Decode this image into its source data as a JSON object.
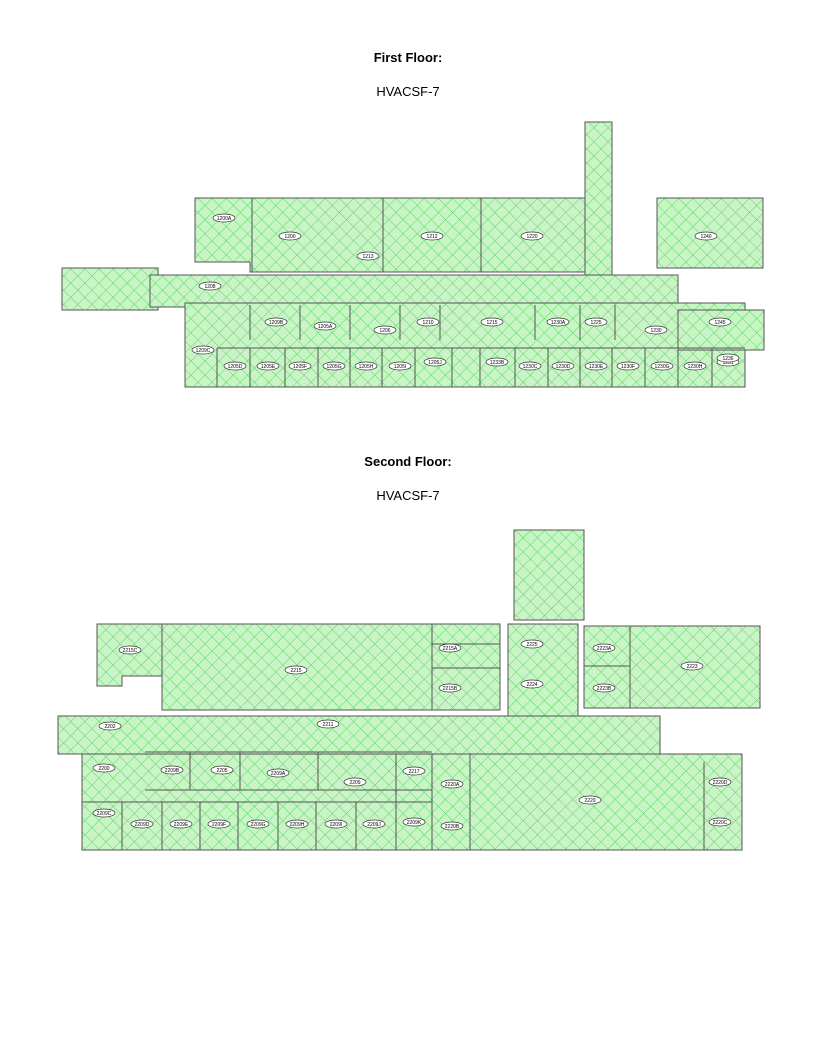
{
  "floors": [
    {
      "title": "First Floor:",
      "code": "HVACSF-7",
      "rooms": [
        {
          "label": "1200A"
        },
        {
          "label": "1200"
        },
        {
          "label": "1212"
        },
        {
          "label": "1220"
        },
        {
          "label": "1240"
        },
        {
          "label": "1213"
        },
        {
          "label": "1208"
        },
        {
          "label": "1209B"
        },
        {
          "label": "1205A"
        },
        {
          "label": "1206"
        },
        {
          "label": "1210"
        },
        {
          "label": "1215"
        },
        {
          "label": "1230A"
        },
        {
          "label": "1225"
        },
        {
          "label": "1230"
        },
        {
          "label": "1245"
        },
        {
          "label": "1209C"
        },
        {
          "label": "1205D"
        },
        {
          "label": "1205E"
        },
        {
          "label": "1205F"
        },
        {
          "label": "1205G"
        },
        {
          "label": "1205H"
        },
        {
          "label": "1205I"
        },
        {
          "label": "1205J"
        },
        {
          "label": "1233B"
        },
        {
          "label": "1230C"
        },
        {
          "label": "1230D"
        },
        {
          "label": "1230E"
        },
        {
          "label": "1230F"
        },
        {
          "label": "1230G"
        },
        {
          "label": "1230H"
        },
        {
          "label": "1231"
        },
        {
          "label": "1236"
        }
      ]
    },
    {
      "title": "Second Floor:",
      "code": "HVACSF-7",
      "rooms": [
        {
          "label": "2215C"
        },
        {
          "label": "2215"
        },
        {
          "label": "2215A"
        },
        {
          "label": "2215B"
        },
        {
          "label": "2225"
        },
        {
          "label": "2224"
        },
        {
          "label": "2223A"
        },
        {
          "label": "2223B"
        },
        {
          "label": "2223"
        },
        {
          "label": "2202"
        },
        {
          "label": "2211"
        },
        {
          "label": "2200"
        },
        {
          "label": "2209B"
        },
        {
          "label": "2205"
        },
        {
          "label": "2209A"
        },
        {
          "label": "2209"
        },
        {
          "label": "2217"
        },
        {
          "label": "2220A"
        },
        {
          "label": "2220"
        },
        {
          "label": "2220D"
        },
        {
          "label": "2209C"
        },
        {
          "label": "2209D"
        },
        {
          "label": "2209E"
        },
        {
          "label": "2209F"
        },
        {
          "label": "2209G"
        },
        {
          "label": "2209H"
        },
        {
          "label": "2209I"
        },
        {
          "label": "2209J"
        },
        {
          "label": "2209K"
        },
        {
          "label": "2220B"
        },
        {
          "label": "2220C"
        }
      ]
    }
  ],
  "colors": {
    "hatch": "#4fd15a",
    "fill": "#c9f5c6",
    "wall": "#555555"
  }
}
